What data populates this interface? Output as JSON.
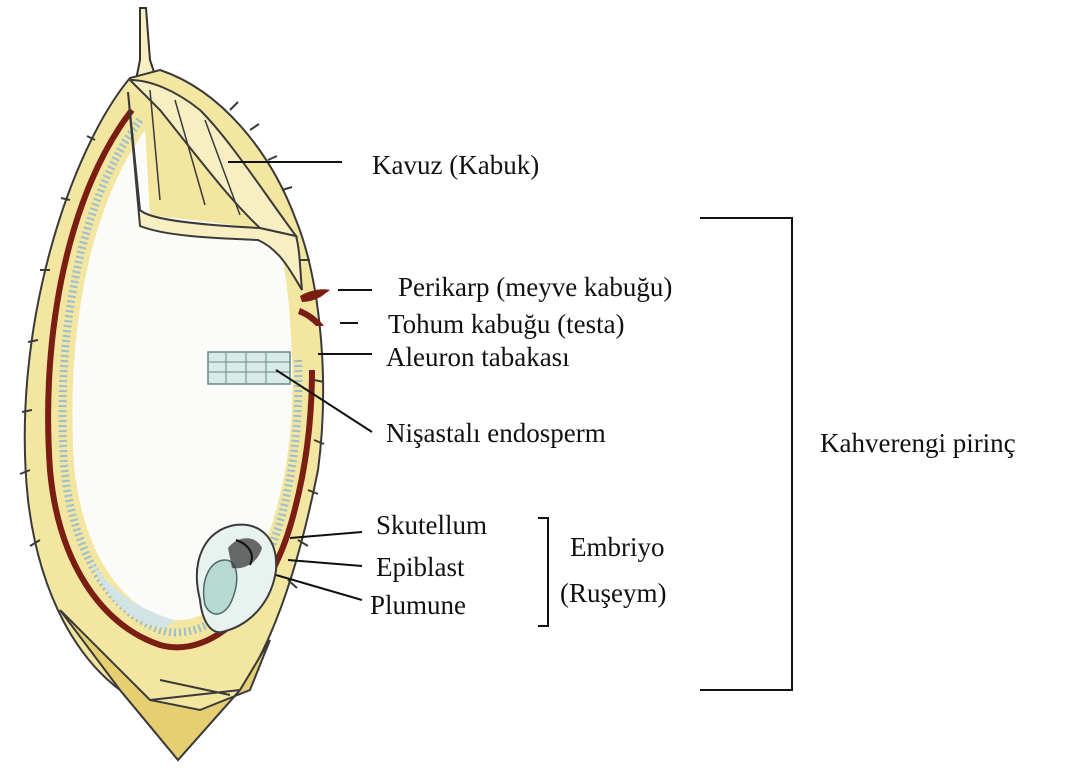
{
  "labels": {
    "kavuz": "Kavuz (Kabuk)",
    "perikarp": "Perikarp (meyve kabuğu)",
    "tohum": "Tohum kabuğu (testa)",
    "aleuron": "Aleuron tabakası",
    "nisastali": "Nişastalı endosperm",
    "skutellum": "Skutellum",
    "epiblast": "Epiblast",
    "plumune": "Plumune",
    "embriyo": "Embriyo",
    "rusesym": "(Ruşeym)",
    "kahverengi": "Kahverengi pirinç"
  },
  "colors": {
    "hull": "#f3e6a0",
    "hull_shadow": "#e6cf73",
    "pericarp": "#7a1e14",
    "aleurone": "#c9dce6",
    "endosperm": "#fbfcf9",
    "embryo": "#b8d8d2",
    "line": "#111111"
  }
}
